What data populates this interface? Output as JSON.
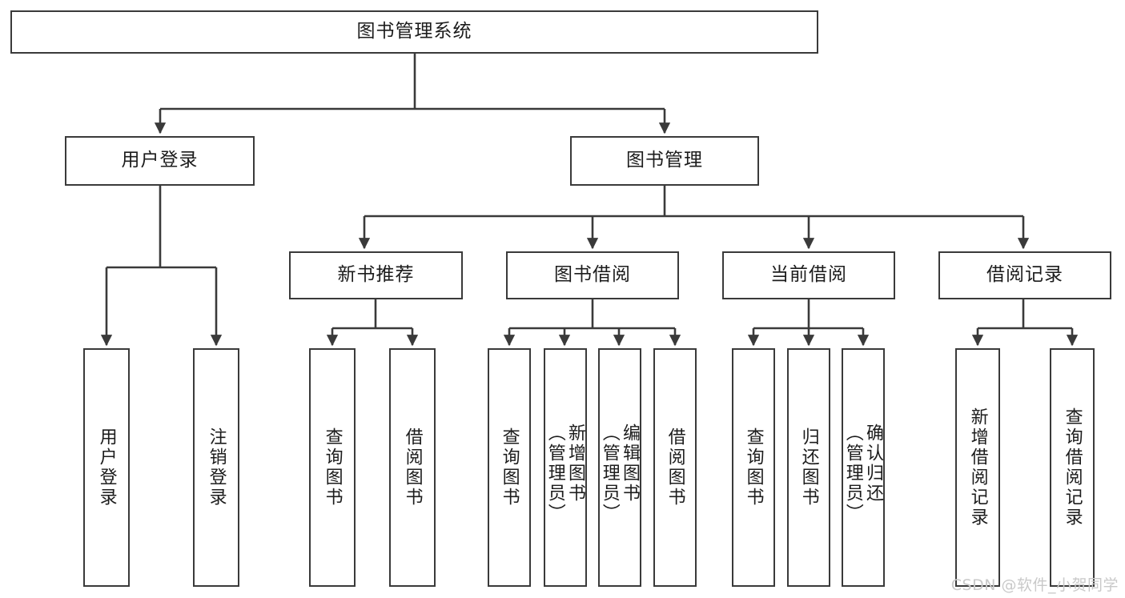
{
  "diagram": {
    "title": "图书管理系统",
    "type": "tree",
    "watermark": "CSDN @软件_小贺同学",
    "colors": {
      "node_border": "#3a3a3a",
      "node_fill": "#ffffff",
      "edge": "#3a3a3a",
      "text": "#1c1c1c",
      "watermark": "#c9c9c9",
      "background": "#ffffff"
    },
    "root": {
      "label": "图书管理系统"
    },
    "level2": [
      {
        "label": "用户登录"
      },
      {
        "label": "图书管理"
      }
    ],
    "level3": [
      {
        "label": "新书推荐"
      },
      {
        "label": "图书借阅"
      },
      {
        "label": "当前借阅"
      },
      {
        "label": "借阅记录"
      }
    ],
    "leaves": {
      "user_login": [
        {
          "label": "用户登录"
        },
        {
          "label": "注销登录"
        }
      ],
      "new_book_recommend": [
        {
          "label": "查询图书"
        },
        {
          "label": "借阅图书"
        }
      ],
      "book_borrow": [
        {
          "label": "查询图书"
        },
        {
          "label": "新增图书\n（管理员）"
        },
        {
          "label": "编辑图书\n（管理员）"
        },
        {
          "label": "借阅图书"
        }
      ],
      "current_borrow": [
        {
          "label": "查询图书"
        },
        {
          "label": "归还图书"
        },
        {
          "label": "确认归还\n（管理员）"
        }
      ],
      "borrow_record": [
        {
          "label": "新增借阅记录"
        },
        {
          "label": "查询借阅记录"
        }
      ]
    }
  }
}
